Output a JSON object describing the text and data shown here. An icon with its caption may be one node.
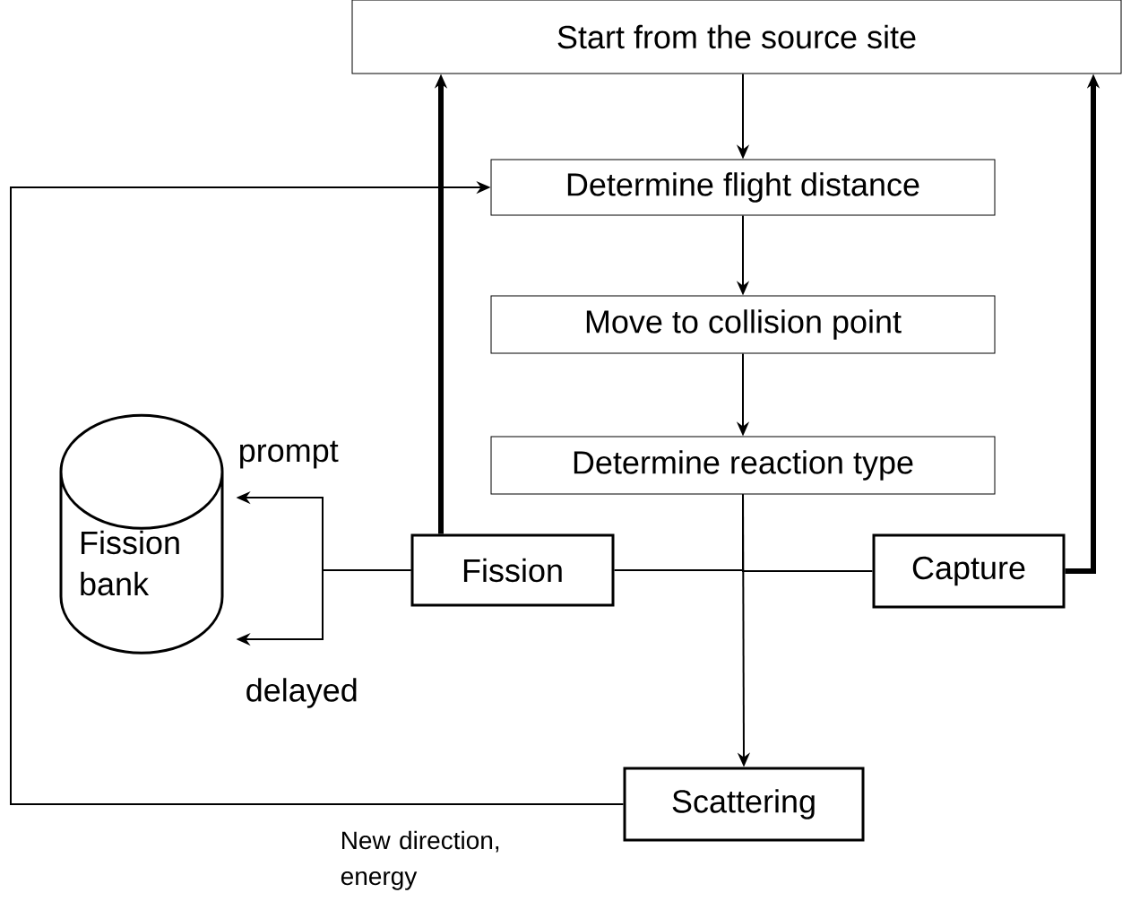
{
  "diagram": {
    "nodes": [
      {
        "text": [
          "Start from the source site"
        ]
      },
      {
        "text": [
          "Determine flight distance"
        ]
      },
      {
        "text": [
          "Move to collision point"
        ]
      },
      {
        "text": [
          "Determine reaction type"
        ]
      },
      {
        "text": [
          "Fission bank"
        ]
      },
      {
        "text": [
          "Fission"
        ]
      },
      {
        "text": [
          "Capture"
        ]
      },
      {
        "text": [
          "Scattering"
        ]
      }
    ],
    "edges": [
      {
        "from": 0,
        "to": 1,
        "arrow": "to"
      },
      {
        "from": 1,
        "to": 2,
        "arrow": "to"
      },
      {
        "from": 2,
        "to": 3,
        "arrow": "to"
      },
      {
        "from": 3,
        "to": 7,
        "arrow": "to"
      },
      {
        "from": 3,
        "to": 5,
        "arrow": "none"
      },
      {
        "from": 3,
        "to": 6,
        "arrow": "none"
      },
      {
        "from": 5,
        "to": 0,
        "arrow": "to",
        "style": "thick"
      },
      {
        "from": 6,
        "to": 0,
        "arrow": "to",
        "style": "thick"
      },
      {
        "from": 5,
        "to": 4,
        "arrow": "to",
        "label": "prompt"
      },
      {
        "from": 5,
        "to": 4,
        "arrow": "to",
        "label": "delayed"
      },
      {
        "from": 7,
        "to": 1,
        "arrow": "to",
        "label": "New direction, energy"
      }
    ]
  }
}
